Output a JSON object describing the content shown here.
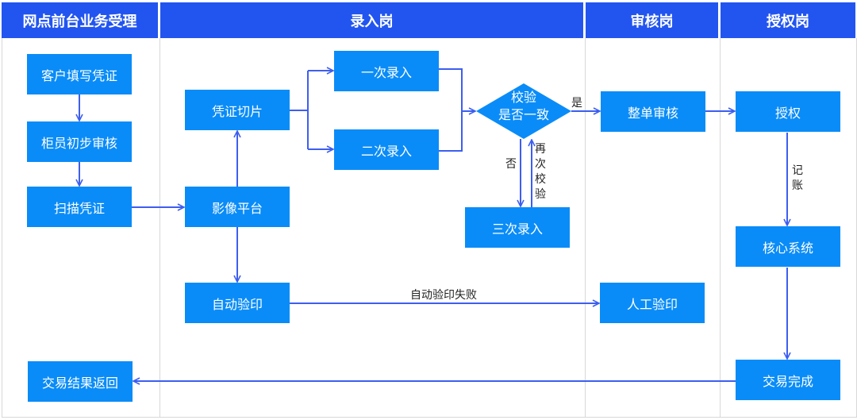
{
  "lanes": [
    "网点前台业务受理",
    "录入岗",
    "审核岗",
    "授权岗"
  ],
  "boxes": {
    "customer_fill": "客户填写凭证",
    "teller_review": "柜员初步审核",
    "scan": "扫描凭证",
    "return_result": "交易结果返回",
    "slice": "凭证切片",
    "image_platform": "影像平台",
    "auto_seal": "自动验印",
    "entry1": "一次录入",
    "entry2": "二次录入",
    "entry3": "三次录入",
    "full_review": "整单审核",
    "manual_seal": "人工验印",
    "authorize": "授权",
    "core_system": "核心系统",
    "done": "交易完成"
  },
  "decision": {
    "line1": "校验",
    "line2": "是否一致"
  },
  "labels": {
    "yes": "是",
    "no": "否",
    "recheck": "再次校验",
    "bookkeeping": "记账",
    "auto_seal_fail": "自动验印失败"
  },
  "colors": {
    "header": "#2255f0",
    "box": "#0a8cf8",
    "arrow": "#3d5ef0"
  }
}
